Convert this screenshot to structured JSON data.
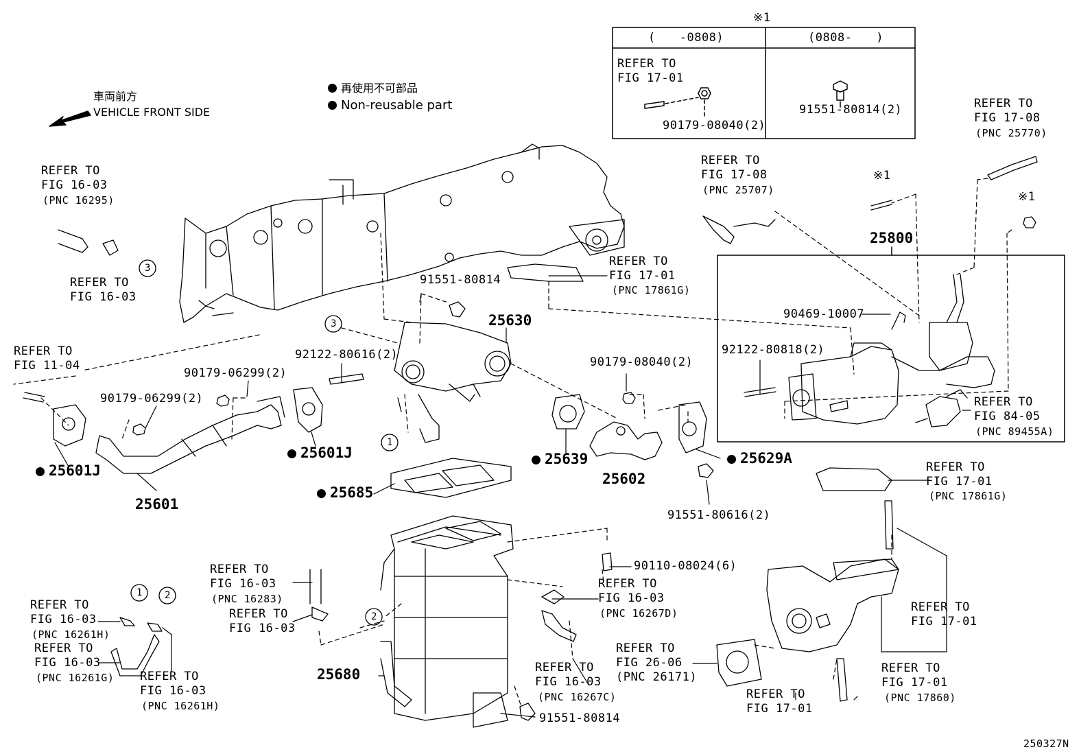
{
  "header": {
    "vehicle_front_jp": "車両前方",
    "vehicle_front_en": "VEHICLE FRONT SIDE",
    "legend_jp": "再使用不可部品",
    "legend_en": "Non-reusable part"
  },
  "inset": {
    "mark": "※1",
    "col1_header": "(　　-0808)",
    "col2_header": "(0808-　　)",
    "col1_refer": "REFER TO",
    "col1_fig": "FIG 17-01",
    "col1_part": "90179-08040(2)",
    "col2_part": "91551-80814(2)"
  },
  "labels": {
    "r16_03_a1": "REFER TO",
    "r16_03_a2": "FIG 16-03",
    "r16_03_a3": "(PNC 16295)",
    "r16_03_b1": "REFER TO",
    "r16_03_b2": "FIG 16-03",
    "r11_04_1": "REFER TO",
    "r11_04_2": "FIG 11-04",
    "r17_01_a1": "REFER TO",
    "r17_01_a2": "FIG 17-01",
    "r17_01_a3": "(PNC 17861G)",
    "r17_08_a1": "REFER TO",
    "r17_08_a2": "FIG 17-08",
    "r17_08_a3": "(PNC 25707)",
    "r17_08_b1": "REFER TO",
    "r17_08_b2": "FIG 17-08",
    "r17_08_b3": "(PNC 25770)",
    "mark_a": "※1",
    "mark_b": "※1",
    "p25800": "25800",
    "p90469": "90469-10007",
    "p92122_818": "92122-80818(2)",
    "r84_05_1": "REFER TO",
    "r84_05_2": "FIG 84-05",
    "r84_05_3": "(PNC 89455A)",
    "p91551_814a": "91551-80814",
    "p25630": "25630",
    "p92122_616": "92122-80616(2)",
    "p90179_062a": "90179-06299(2)",
    "p90179_062b": "90179-06299(2)",
    "p90179_080": "90179-08040(2)",
    "p25601J_a": "25601J",
    "p25601J_b": "25601J",
    "p25601": "25601",
    "p25639": "25639",
    "p25602": "25602",
    "p25629A": "25629A",
    "p91551_616": "91551-80616(2)",
    "p25685": "25685",
    "r17_01_b1": "REFER TO",
    "r17_01_b2": "FIG 17-01",
    "r17_01_b3": "(PNC 17861G)",
    "p90110": "90110-08024(6)",
    "r16_283_1": "REFER TO",
    "r16_283_2": "FIG 16-03",
    "r16_283_3": "(PNC 16283)",
    "r16_03_c1": "REFER TO",
    "r16_03_c2": "FIG 16-03",
    "r16_267d_1": "REFER TO",
    "r16_267d_2": "FIG 16-03",
    "r16_267d_3": "(PNC 16267D)",
    "r16_261h_1": "REFER TO",
    "r16_261h_2": "FIG 16-03",
    "r16_261h_3": "(PNC 16261H)",
    "r16_261g_1": "REFER TO",
    "r16_261g_2": "FIG 16-03",
    "r16_261g_3": "(PNC 16261G)",
    "r16_261h2_1": "REFER TO",
    "r16_261h2_2": "FIG 16-03",
    "r16_261h2_3": "(PNC 16261H)",
    "r26_06_1": "REFER TO",
    "r26_06_2": "FIG 26-06",
    "r26_06_3": "(PNC 26171)",
    "r16_267c_1": "REFER TO",
    "r16_267c_2": "FIG 16-03",
    "r16_267c_3": "(PNC 16267C)",
    "r17_01_c1": "REFER TO",
    "r17_01_c2": "FIG 17-01",
    "r17_01_d1": "REFER TO",
    "r17_01_d2": "FIG 17-01",
    "r17_01_e1": "REFER TO",
    "r17_01_e2": "FIG 17-01",
    "r17_01_e3": "(PNC 17860)",
    "p25680": "25680",
    "p91551_814b": "91551-80814",
    "c1a": "1",
    "c1b": "1",
    "c2a": "2",
    "c2b": "2",
    "c3a": "3",
    "c3b": "3",
    "figure_id": "250327N"
  }
}
